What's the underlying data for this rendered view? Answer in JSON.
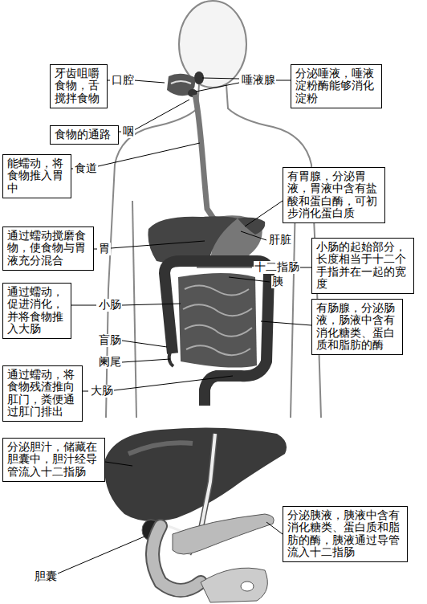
{
  "diagram": {
    "nodes": [
      {
        "text": [
          "牙齿咀嚼食物，舌搅拌食物"
        ]
      },
      {
        "text": [
          "分泌唾液，唾液淀粉酶能够消化淀粉"
        ]
      },
      {
        "text": [
          "食物的通路"
        ]
      },
      {
        "text": [
          "能蠕动，将食物推入胃中"
        ]
      },
      {
        "text": [
          "有胃腺，分泌胃液，胃液中含有盐酸和蛋白酶，可初步消化蛋白质"
        ]
      },
      {
        "text": [
          "通过蠕动搅磨食物，使食物与胃液充分混合"
        ]
      },
      {
        "text": [
          "小肠的起始部分，长度相当于十二个手指并在一起的宽度"
        ]
      },
      {
        "text": [
          "通过蠕动，促进消化，并将食物推入大肠"
        ]
      },
      {
        "text": [
          "有肠腺，分泌肠液，肠液中含有消化糖类、蛋白质和脂肪的酶"
        ]
      },
      {
        "text": [
          "通过蠕动，将食物残渣推向肛门，粪便通过肛门排出"
        ]
      },
      {
        "text": [
          "分泌胆汁，储藏在胆囊中，胆汁经导管流入十二指肠"
        ]
      },
      {
        "text": [
          "分泌胰液，胰液中含有消化糖类、蛋白质和脂肪的酶，胰液通过导管流入十二指肠"
        ]
      }
    ],
    "labels": [
      "口腔",
      "唾液腺",
      "咽",
      "食道",
      "肝脏",
      "胃",
      "十二指肠",
      "胰",
      "小肠",
      "盲肠",
      "阑尾",
      "大肠",
      "胆囊"
    ]
  }
}
